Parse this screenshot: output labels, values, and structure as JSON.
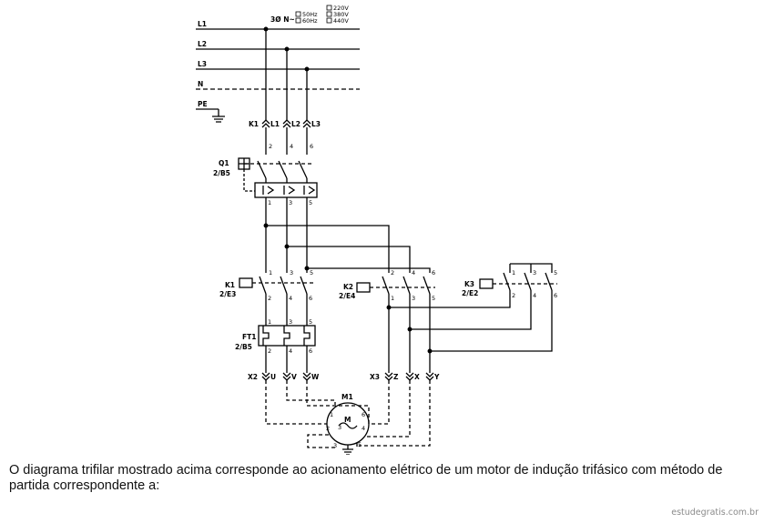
{
  "supply": {
    "lines": [
      "L1",
      "L2",
      "L3",
      "N",
      "PE"
    ],
    "system": "3Ø N~",
    "frequencies": [
      "50Hz",
      "60Hz"
    ],
    "voltages": [
      "220V",
      "380V",
      "440V"
    ]
  },
  "terminals": [
    "K1",
    "L1",
    "L2",
    "L3"
  ],
  "breaker": {
    "id": "Q1",
    "ref": "2/B5",
    "top_pins": [
      "2",
      "4",
      "6"
    ],
    "bottom_pins": [
      "1",
      "3",
      "5"
    ]
  },
  "contactors": [
    {
      "id": "K1",
      "ref": "2/E3",
      "top_pins": [
        "1",
        "3",
        "5"
      ],
      "bottom_pins": [
        "2",
        "4",
        "6"
      ]
    },
    {
      "id": "K2",
      "ref": "2/E4",
      "top_pins": [
        "2",
        "4",
        "6"
      ],
      "bottom_pins": [
        "1",
        "3",
        "5"
      ]
    },
    {
      "id": "K3",
      "ref": "2/E2",
      "top_pins": [
        "1",
        "3",
        "5"
      ],
      "bottom_pins": [
        "2",
        "4",
        "6"
      ]
    }
  ],
  "overload": {
    "id": "FT1",
    "ref": "2/B5",
    "top_pins": [
      "1",
      "3",
      "5"
    ],
    "bottom_pins": [
      "2",
      "4",
      "6"
    ]
  },
  "outputs": {
    "group1": [
      "X2",
      "U",
      "V",
      "W"
    ],
    "group2": [
      "X3",
      "Z",
      "X",
      "Y"
    ]
  },
  "motor": {
    "id": "M1",
    "symbol": "M",
    "phases": "3",
    "pins": [
      "1",
      "2",
      "3",
      "4",
      "5",
      "6"
    ]
  },
  "question_text": "O diagrama trifilar mostrado acima corresponde ao acionamento elétrico de um motor de indução trifásico com método de partida correspondente a:",
  "watermark": "estudegratis.com.br"
}
